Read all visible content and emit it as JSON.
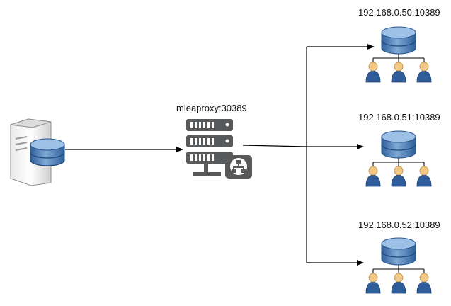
{
  "proxy": {
    "label": "mleaproxy:30389"
  },
  "targets": [
    {
      "label": "192.168.0.50:10389"
    },
    {
      "label": "192.168.0.51:10389"
    },
    {
      "label": "192.168.0.52:10389"
    }
  ],
  "colors": {
    "line": "#000000",
    "db_blue": "#3f73ad",
    "db_blue_light": "#7fa9d6",
    "server_gray": "#58595b",
    "user_blue": "#3563a0",
    "user_skin": "#f3c986"
  },
  "icons": {
    "client": "server-with-database-icon",
    "proxy": "proxy-server-network-icon",
    "target": "directory-database-users-icon"
  }
}
